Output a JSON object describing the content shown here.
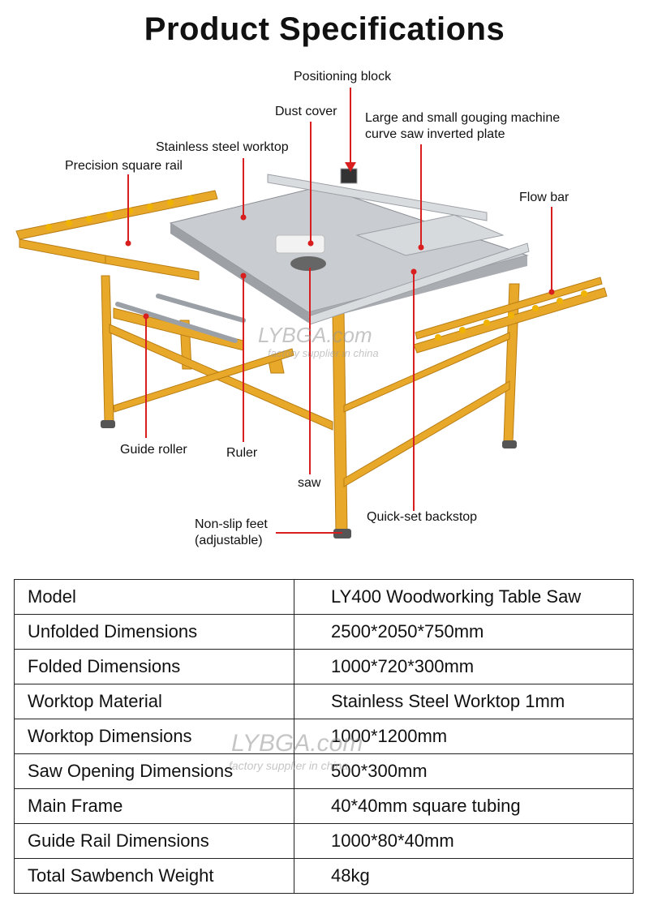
{
  "title": "Product Specifications",
  "labels": {
    "positioning_block": "Positioning block",
    "dust_cover": "Dust cover",
    "gouging_plate_line1": "Large and small gouging machine",
    "gouging_plate_line2": "curve saw inverted plate",
    "stainless_worktop": "Stainless steel worktop",
    "precision_rail": "Precision square rail",
    "flow_bar": "Flow bar",
    "guide_roller": "Guide roller",
    "ruler": "Ruler",
    "saw": "saw",
    "quick_backstop": "Quick-set backstop",
    "nonslip_line1": "Non-slip feet",
    "nonslip_line2": "(adjustable)"
  },
  "watermark": {
    "brand": "LYBGA.com",
    "tagline": "factory supplier in china"
  },
  "specs": [
    {
      "key": "Model",
      "value": "LY400 Woodworking Table Saw"
    },
    {
      "key": "Unfolded Dimensions",
      "value": "2500*2050*750mm"
    },
    {
      "key": "Folded Dimensions",
      "value": "1000*720*300mm"
    },
    {
      "key": "Worktop Material",
      "value": "Stainless Steel Worktop 1mm"
    },
    {
      "key": "Worktop Dimensions",
      "value": "1000*1200mm"
    },
    {
      "key": "Saw Opening Dimensions",
      "value": "500*300mm"
    },
    {
      "key": "Main Frame",
      "value": "40*40mm square tubing"
    },
    {
      "key": "Guide Rail Dimensions",
      "value": "1000*80*40mm"
    },
    {
      "key": "Total Sawbench Weight",
      "value": "48kg"
    }
  ],
  "colors": {
    "frame_yellow": "#e8a92a",
    "frame_dark": "#b97d12",
    "worktop_steel": "#c9ccd0",
    "callout_red": "#d81e1e"
  }
}
